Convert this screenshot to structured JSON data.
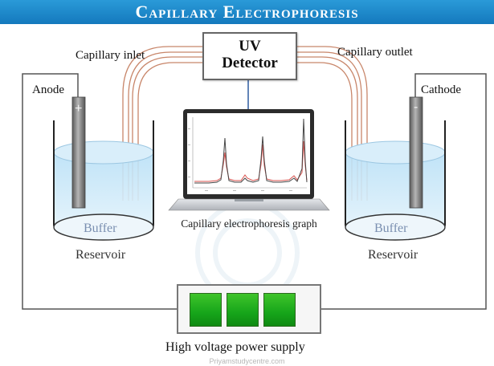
{
  "title": "Capillary Electrophoresis",
  "detector": {
    "line1": "UV",
    "line2": "Detector"
  },
  "labels": {
    "capillary_inlet": "Capillary inlet",
    "capillary_outlet": "Capillary outlet",
    "anode": "Anode",
    "cathode": "Cathode",
    "anode_sign": "+",
    "cathode_sign": "-",
    "buffer_left": "Buffer",
    "buffer_right": "Buffer",
    "reservoir_left": "Reservoir",
    "reservoir_right": "Reservoir",
    "graph_caption": "Capillary electrophoresis graph",
    "power_supply": "High voltage power supply",
    "watermark": "Priyamstudycentre.com"
  },
  "colors": {
    "title_bar": "#1e8acb",
    "buffer_liquid": "#cde9f8",
    "electrode": "#7d7d7d",
    "capillary": "#c8866a",
    "psu_cell": "#22b21e",
    "trace_dark": "#444444",
    "trace_red": "#d9534f"
  },
  "graph": {
    "peak_count": 4
  }
}
